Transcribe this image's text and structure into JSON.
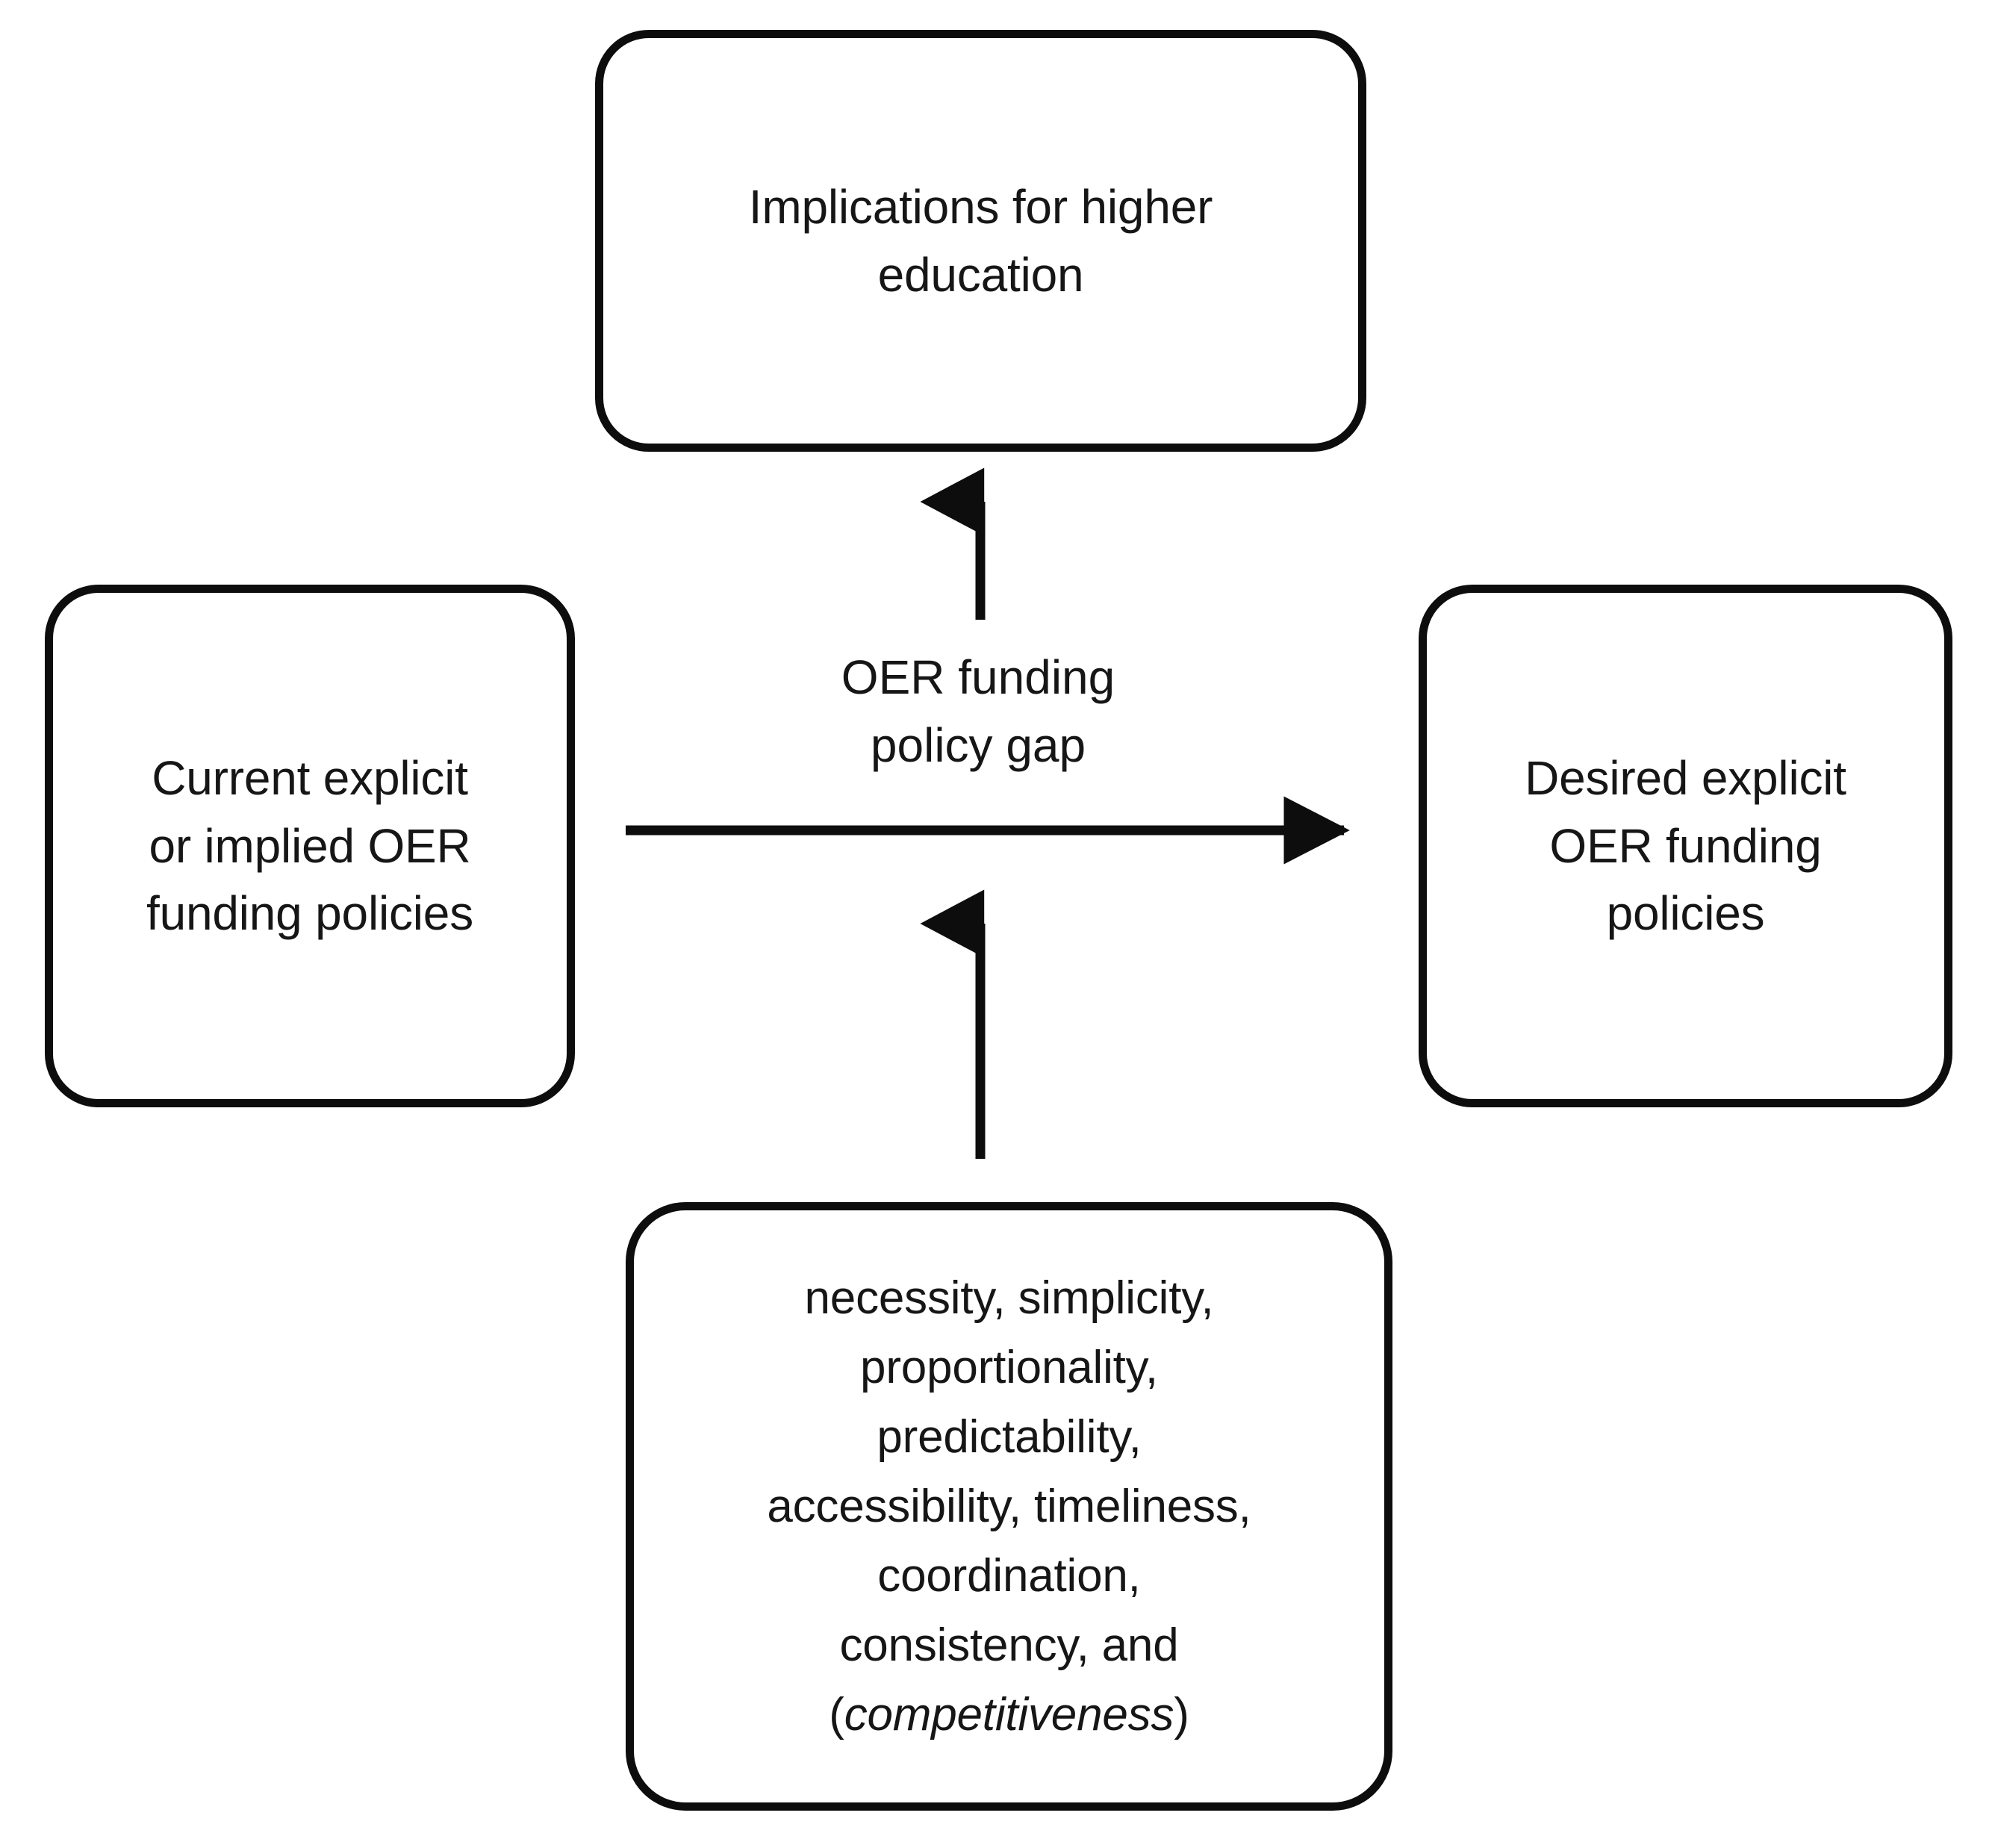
{
  "diagram": {
    "type": "flow-diagram",
    "background_color": "#ffffff",
    "stroke_color": "#0d0d0d",
    "text_color": "#161616",
    "nodes": {
      "top": {
        "label": "Implications for higher\neducation",
        "lines": [
          "Implications for higher",
          "education"
        ]
      },
      "left": {
        "label": "Current explicit\nor implied OER\nfunding policies",
        "lines": [
          "Current explicit",
          "or implied OER",
          "funding policies"
        ]
      },
      "right": {
        "label": "Desired explicit\nOER funding\npolicies",
        "lines": [
          "Desired explicit",
          "OER funding",
          "policies"
        ]
      },
      "bottom": {
        "label": "necessity, simplicity,\nproportionality,\npredictability,\naccessibility, timeliness,\ncoordination,\nconsistency, and\n",
        "lines": [
          "necessity, simplicity,",
          "proportionality,",
          "predictability,",
          "accessibility, timeliness,",
          "coordination,",
          "consistency, and"
        ],
        "final_line_prefix": "(",
        "final_line_italic": "competitiveness",
        "final_line_suffix": ")"
      }
    },
    "center_label": {
      "label": "OER funding\npolicy gap",
      "lines": [
        "OER funding",
        "policy gap"
      ]
    },
    "edges": [
      {
        "name": "current-to-desired",
        "from": "left",
        "to": "right",
        "direction": "right",
        "label": "OER funding policy gap"
      },
      {
        "name": "gap-to-implications",
        "from": "center",
        "to": "top",
        "direction": "up",
        "label": ""
      },
      {
        "name": "principles-to-gap",
        "from": "bottom",
        "to": "center",
        "direction": "up",
        "label": ""
      }
    ]
  }
}
